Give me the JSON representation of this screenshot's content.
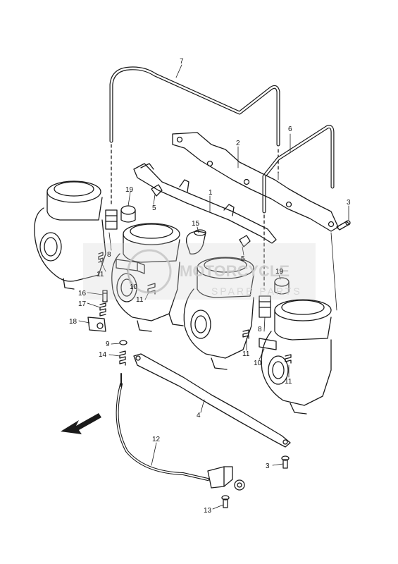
{
  "diagram": {
    "part_numbers": [
      "1",
      "2",
      "3",
      "4",
      "5",
      "6",
      "7",
      "8",
      "9",
      "10",
      "11",
      "12",
      "13",
      "14",
      "15",
      "16",
      "17",
      "18",
      "19"
    ],
    "callouts": {
      "c7": "7",
      "c6": "6",
      "c2": "2",
      "c1": "1",
      "c19a": "19",
      "c5a": "5",
      "c3a": "3",
      "c8a": "8",
      "c15": "15",
      "c5b": "5",
      "c19b": "19",
      "c11a": "11",
      "c10a": "10",
      "c16": "16",
      "c11b": "11",
      "c17": "17",
      "c18": "18",
      "c8b": "8",
      "c9": "9",
      "c14": "14",
      "c11c": "11",
      "c10b": "10",
      "c11d": "11",
      "c4": "4",
      "c12": "12",
      "c3b": "3",
      "c13": "13"
    }
  },
  "watermark": {
    "brand": "MOTORCYCLE",
    "subtitle": "SPARE PARTS",
    "color": "#bdbdbd"
  },
  "colors": {
    "line": "#1a1a1a",
    "background": "#ffffff"
  },
  "icons": {
    "direction": "front-arrow-icon"
  }
}
